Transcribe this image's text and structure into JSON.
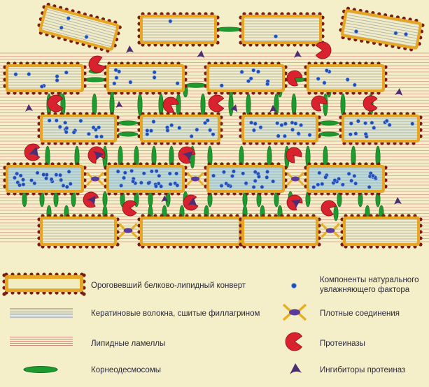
{
  "colors": {
    "background": "#f4efc8",
    "lipid_line": "#d68a82",
    "envelope_fill": "#f2ecc2",
    "envelope_border": "#e6a624",
    "envelope_dots": "#7a1e12",
    "desmosome": "#1e9a2e",
    "nmf_dot": "#1f4fb4",
    "protease": "#d8222e",
    "inhibitor": "#4e2e72",
    "keratin_line": "#a8b0b8",
    "tight_junction_arms": "#e8b020",
    "tight_junction_core": "#5a3a9a"
  },
  "legend": {
    "envelope": "Ороговевший белково-липидный конверт",
    "keratin": "Кератиновые волокна, сшитые филлагрином",
    "lipids": "Липидные ламеллы",
    "corneodesmosomes": "Корнеодесмосомы",
    "nmf_line1": "Компоненты натурального",
    "nmf_line2": "увлажняющего фактора",
    "tight_junctions": "Плотные соединения",
    "proteases": "Протеиназы",
    "inhibitors": "Ингибиторы протеиназ"
  }
}
